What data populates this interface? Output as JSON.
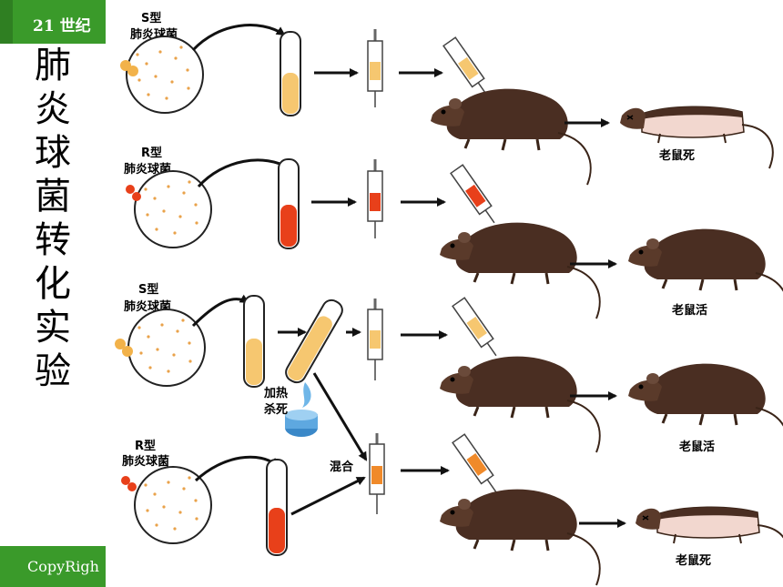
{
  "header": {
    "brand": "21 世纪"
  },
  "sidebar": {
    "title_chars": [
      "肺",
      "炎",
      "球",
      "菌",
      "转",
      "化",
      "实",
      "验"
    ]
  },
  "footer": {
    "text": "CopyRigh"
  },
  "diagram": {
    "row1": {
      "type_label": "S型",
      "name_label": "肺炎球菌",
      "result": "老鼠死"
    },
    "row2": {
      "type_label": "R型",
      "name_label": "肺炎球菌",
      "result": "老鼠活"
    },
    "row3": {
      "type_label": "S型",
      "name_label": "肺炎球菌",
      "heat_label_1": "加热",
      "heat_label_2": "杀死",
      "result": "老鼠活"
    },
    "row4": {
      "type_label": "R型",
      "name_label": "肺炎球菌",
      "mix_label": "混合",
      "result": "老鼠死"
    }
  },
  "colors": {
    "brand_green": "#3a9a2a",
    "s_culture": "#f6c770",
    "r_culture": "#e8401a",
    "mixed": "#f08a2a"
  }
}
